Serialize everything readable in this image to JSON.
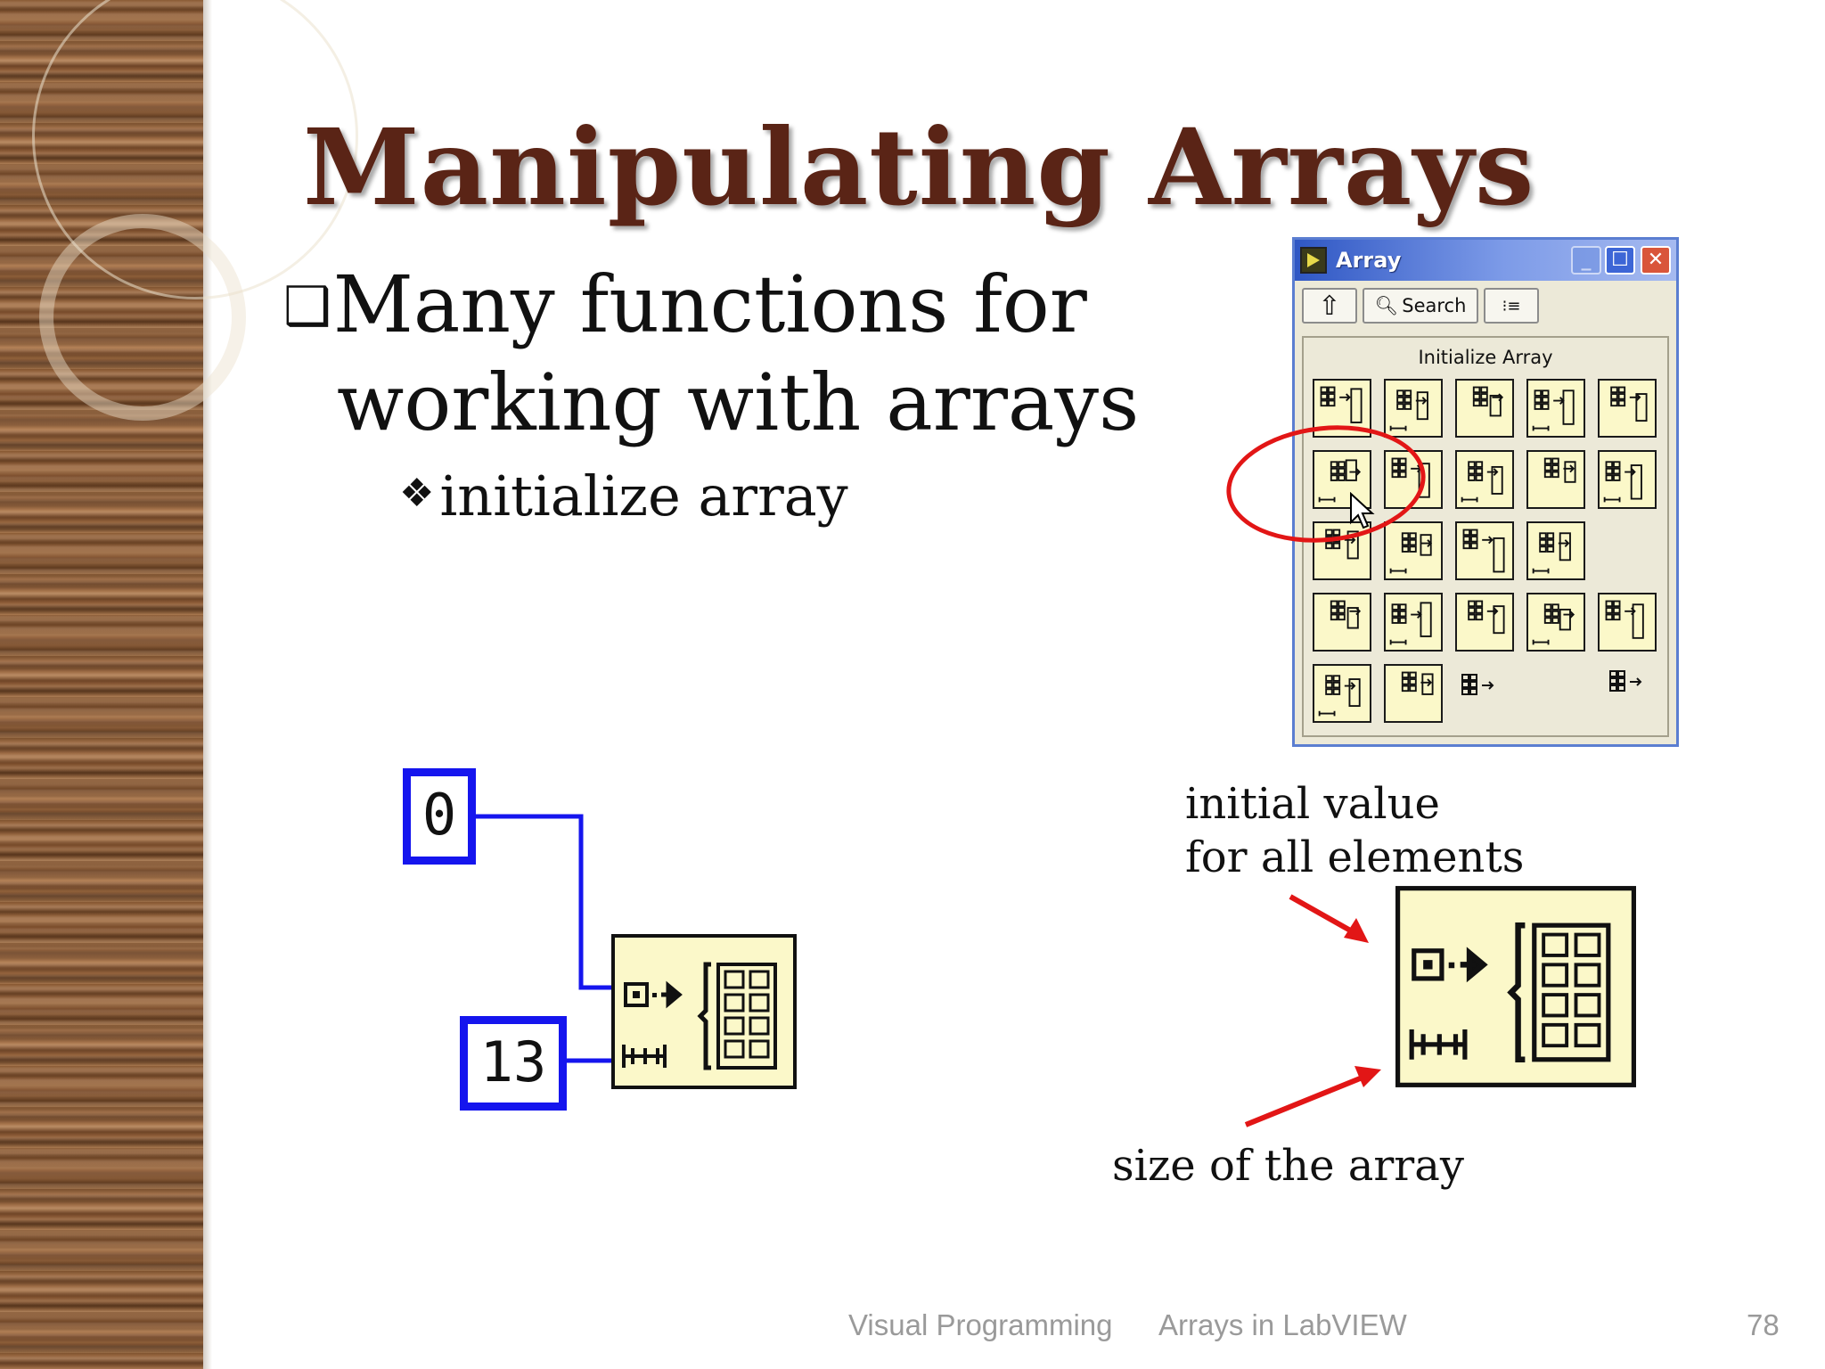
{
  "slide": {
    "title": "Manipulating Arrays",
    "bullet_main_line1": "Many functions for",
    "bullet_main_line2": "working with arrays",
    "bullet_sub": "initialize array",
    "bullet_main_glyph": "❑",
    "bullet_sub_glyph": "❖"
  },
  "palette": {
    "window_title": "Array",
    "search_label": "Search",
    "hover_caption": "Initialize Array",
    "icons": [
      "array-size-icon",
      "index-array-icon",
      "replace-array-subset-icon",
      "insert-into-array-icon",
      "delete-from-array-icon",
      "initialize-array-icon",
      "build-array-icon",
      "array-subset-icon",
      "array-max-min-icon",
      "reshape-array-icon",
      "sort-1d-array-icon",
      "search-1d-array-icon",
      "split-1d-array-icon",
      "reverse-1d-array-icon",
      "rotate-1d-array-icon",
      "interpolate-1d-array-icon",
      "threshold-1d-array-icon",
      "interleave-1d-arrays-icon",
      "decimate-1d-array-icon",
      "transpose-2d-array-icon",
      "array-constant-icon",
      "array-to-cluster-icon",
      "cluster-to-array-icon",
      "array-of-variant-icon"
    ]
  },
  "diagram": {
    "element_constant": "0",
    "size_constant": "13"
  },
  "labels": {
    "initial_value_line1": "initial value",
    "initial_value_line2": "for all elements",
    "size": "size of the array"
  },
  "footer": {
    "course": "Visual Programming",
    "topic": "Arrays in LabVIEW",
    "page": "78"
  },
  "colors": {
    "title": "#5a2416",
    "wire": "#1515ee",
    "highlight": "#e21616",
    "icon_fill": "#fbf8c9"
  }
}
